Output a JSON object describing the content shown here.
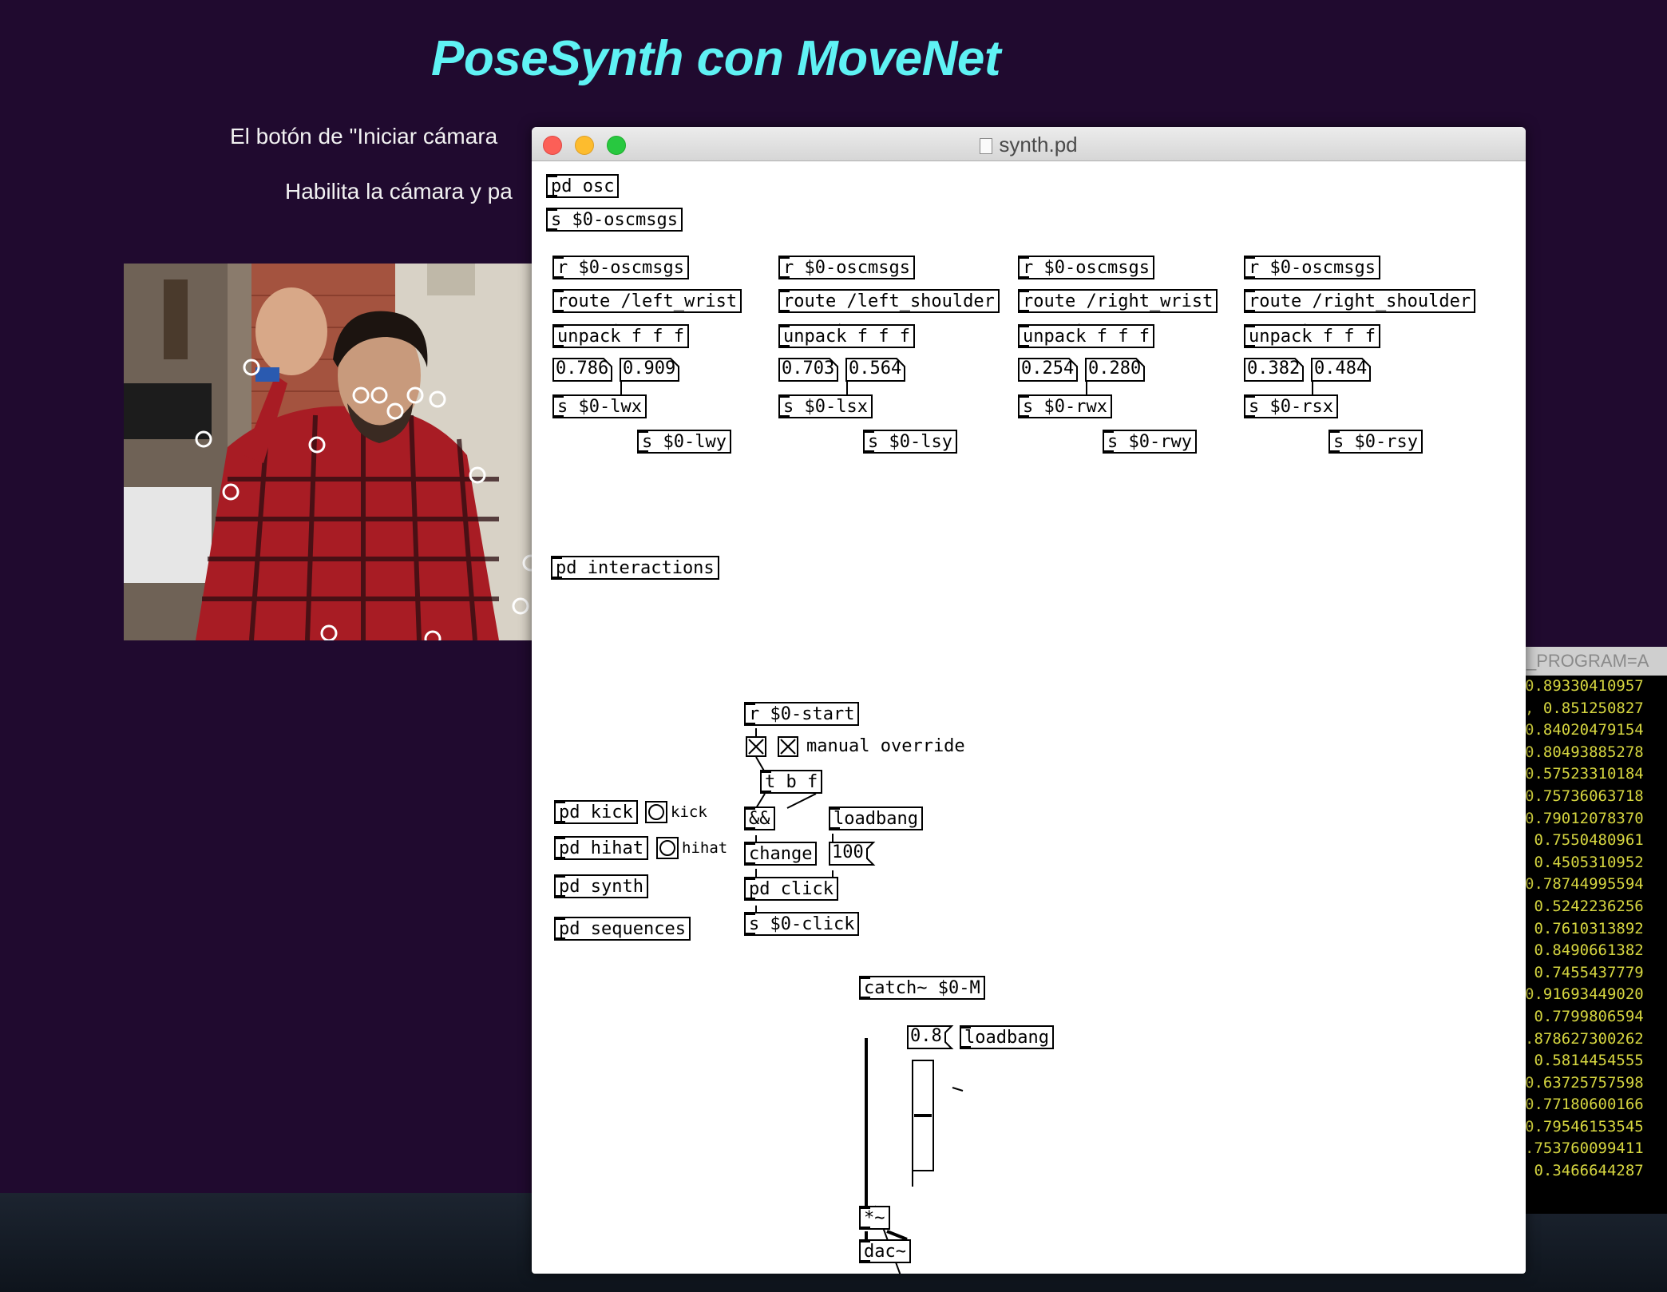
{
  "web": {
    "title": "PoseSynth con MoveNet",
    "intro_line_1": "El botón de \"Iniciar cámara",
    "intro_line_2": "Habilita la cámara y pa"
  },
  "pd_window": {
    "title": "synth.pd",
    "objects": {
      "pd_osc": "pd osc",
      "s_oscmsgs": "s $0-oscmsgs",
      "pd_interactions": "pd interactions",
      "pd_kick": "pd kick",
      "pd_hihat": "pd hihat",
      "pd_synth": "pd synth",
      "pd_sequences": "pd sequences",
      "r_start": "r $0-start",
      "t_b_f": "t b f",
      "and_op": "&&",
      "loadbang_1": "loadbang",
      "change": "change",
      "pd_click": "pd click",
      "s_click": "s $0-click",
      "catch_m": "catch~ $0-M",
      "loadbang_2": "loadbang",
      "mul_tilde": "*~",
      "dac": "dac~"
    },
    "messages": {
      "msg_100": "100",
      "msg_08": "0.8"
    },
    "labels": {
      "manual_override": "manual override",
      "kick": "kick",
      "hihat": "hihat"
    },
    "toggles": {
      "start_toggle": true,
      "manual_override": true
    },
    "columns": [
      {
        "receive": "r $0-oscmsgs",
        "route": "route /left_wrist",
        "unpack": "unpack f f f",
        "x": "0.786",
        "y": "0.909",
        "send_x": "s $0-lwx",
        "send_y": "s $0-lwy"
      },
      {
        "receive": "r $0-oscmsgs",
        "route": "route /left_shoulder",
        "unpack": "unpack f f f",
        "x": "0.703",
        "y": "0.564",
        "send_x": "s $0-lsx",
        "send_y": "s $0-lsy"
      },
      {
        "receive": "r $0-oscmsgs",
        "route": "route /right_wrist",
        "unpack": "unpack f f f",
        "x": "0.254",
        "y": "0.280",
        "send_x": "s $0-rwx",
        "send_y": "s $0-rwy"
      },
      {
        "receive": "r $0-oscmsgs",
        "route": "route /right_shoulder",
        "unpack": "unpack f f f",
        "x": "0.382",
        "y": "0.484",
        "send_x": "s $0-rsx",
        "send_y": "s $0-rsy"
      }
    ],
    "volume_slider": 0.5
  },
  "terminal": {
    "header": "_PROGRAM=A",
    "lines": [
      "0.89330410957",
      ", 0.851250827",
      "0.84020479154",
      "0.80493885278",
      "0.57523310184",
      "0.75736063718",
      "0.79012078370",
      " 0.7550480961",
      " 0.4505310952",
      "0.78744995594",
      " 0.5242236256",
      " 0.7610313892",
      " 0.8490661382",
      " 0.7455437779",
      "0.91693449020",
      " 0.7799806594",
      ".878627300262",
      " 0.5814454555",
      "0.63725757598",
      "0.77180600166",
      "0.79546153545",
      ".753760099411",
      " 0.3466644287"
    ]
  }
}
